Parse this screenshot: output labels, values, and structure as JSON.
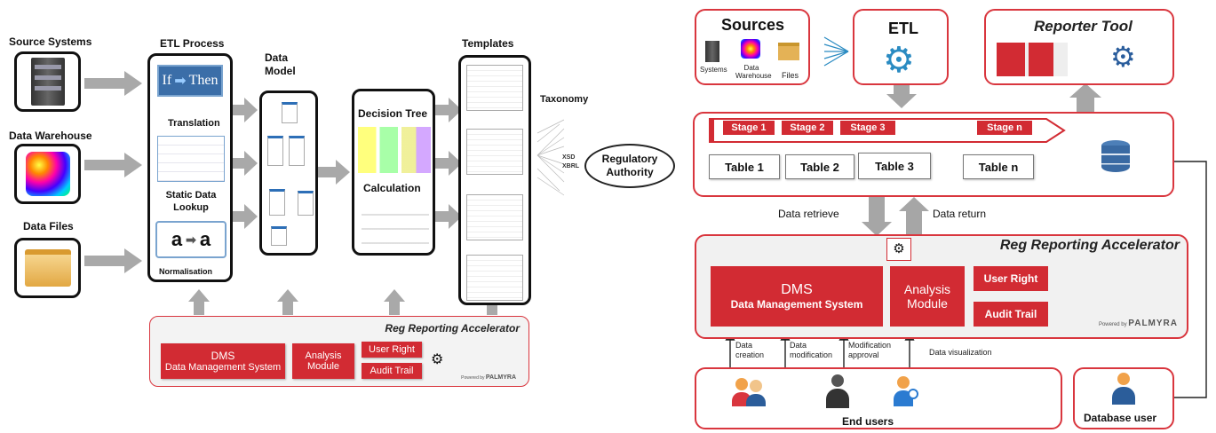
{
  "left": {
    "source_systems": "Source Systems",
    "data_warehouse": "Data Warehouse",
    "data_files": "Data Files",
    "etl_process": "ETL Process",
    "if": "If",
    "then": "Then",
    "translation": "Translation",
    "static_data_lookup": "Static Data Lookup",
    "normalisation": "Normalisation",
    "norm_a1": "a",
    "norm_a2": "a",
    "data_model": "Data Model",
    "decision_tree": "Decision Tree",
    "calculation": "Calculation",
    "templates": "Templates",
    "taxonomy": "Taxonomy",
    "xsd": "XSD",
    "xbrl": "XBRL",
    "regulatory_authority": "Regulatory Authority",
    "accelerator_title": "Reg Reporting Accelerator",
    "dms": "DMS",
    "dms_full": "Data Management System",
    "analysis": "Analysis Module",
    "user_right": "User Right",
    "audit_trail": "Audit Trail",
    "powered_by": "Powered by",
    "palmyra": "PALMYRA"
  },
  "right": {
    "sources": "Sources",
    "systems": "Systems",
    "data_warehouse": "Data Warehouse",
    "files": "Files",
    "etl": "ETL",
    "reporter_tool": "Reporter Tool",
    "stages": [
      "Stage 1",
      "Stage 2",
      "Stage 3",
      "Stage n"
    ],
    "tables": [
      "Table 1",
      "Table 2",
      "Table 3",
      "Table n"
    ],
    "data_retrieve": "Data retrieve",
    "data_return": "Data return",
    "accelerator_title": "Reg Reporting Accelerator",
    "dms": "DMS",
    "dms_full": "Data Management System",
    "analysis": "Analysis Module",
    "user_right": "User Right",
    "audit_trail": "Audit Trail",
    "powered_by": "Powered by",
    "palmyra": "PALMYRA",
    "flows": [
      "Data creation",
      "Data modification",
      "Modification approval",
      "Data visualization"
    ],
    "end_users": "End users",
    "database_user": "Database user"
  },
  "colors": {
    "accent_red": "#d22b33",
    "arrow_grey": "#a6a6a6"
  }
}
